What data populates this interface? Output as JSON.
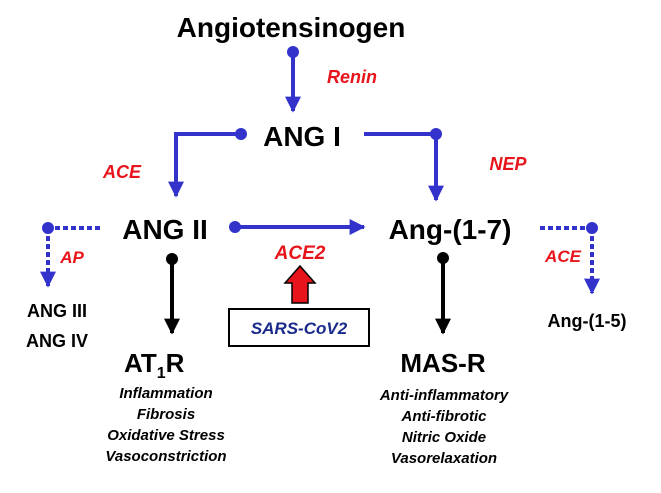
{
  "colors": {
    "pathway_arrow": "#3333cc",
    "receptor_arrow": "#000000",
    "enzyme_text": "#e8141b",
    "inhibition_arrow": "#e8141b",
    "virus_text": "#1a2a8c"
  },
  "nodes": {
    "angiotensinogen": "Angiotensinogen",
    "ang1": "ANG I",
    "ang2": "ANG II",
    "ang17": "Ang-(1-7)",
    "ang3": "ANG III",
    "ang4": "ANG IV",
    "ang15": "Ang-(1-5)",
    "at1r_main": "AT",
    "at1r_sub": "1",
    "at1r_tail": "R",
    "masr": "MAS-R"
  },
  "enzymes": {
    "renin": "Renin",
    "ace_left": "ACE",
    "nep": "NEP",
    "ap": "AP",
    "ace2": "ACE2",
    "ace_right": "ACE"
  },
  "virus": {
    "label": "SARS-CoV2"
  },
  "effects": {
    "at1r": [
      "Inflammation",
      "Fibrosis",
      "Oxidative Stress",
      "Vasoconstriction"
    ],
    "masr": [
      "Anti-inflammatory",
      "Anti-fibrotic",
      "Nitric Oxide",
      "Vasorelaxation"
    ]
  }
}
